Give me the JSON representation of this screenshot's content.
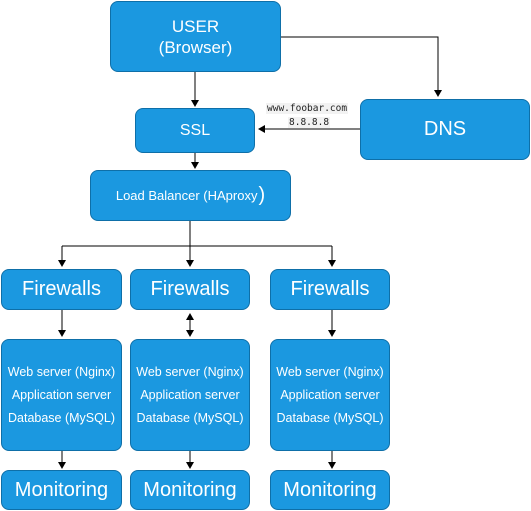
{
  "colors": {
    "box_fill": "#1b98e0",
    "box_border": "#0e6fa8",
    "text": "#ffffff",
    "connector": "#000000"
  },
  "user": {
    "line1": "USER",
    "line2": "(Browser)"
  },
  "dns": {
    "label": "DNS",
    "domain": "www.foobar.com",
    "ip": "8.8.8.8"
  },
  "ssl": {
    "label": "SSL"
  },
  "load_balancer": {
    "label": "Load Balancer (HAproxy",
    "close_paren": ")"
  },
  "columns": [
    {
      "firewall": "Firewalls",
      "web": "Web server (Nginx)",
      "app": "Application server",
      "db": "Database (MySQL)",
      "monitoring": "Monitoring"
    },
    {
      "firewall": "Firewalls",
      "web": "Web server (Nginx)",
      "app": "Application server",
      "db": "Database (MySQL)",
      "monitoring": "Monitoring"
    },
    {
      "firewall": "Firewalls",
      "web": "Web server (Nginx)",
      "app": "Application server",
      "db": "Database (MySQL)",
      "monitoring": "Monitoring"
    }
  ]
}
